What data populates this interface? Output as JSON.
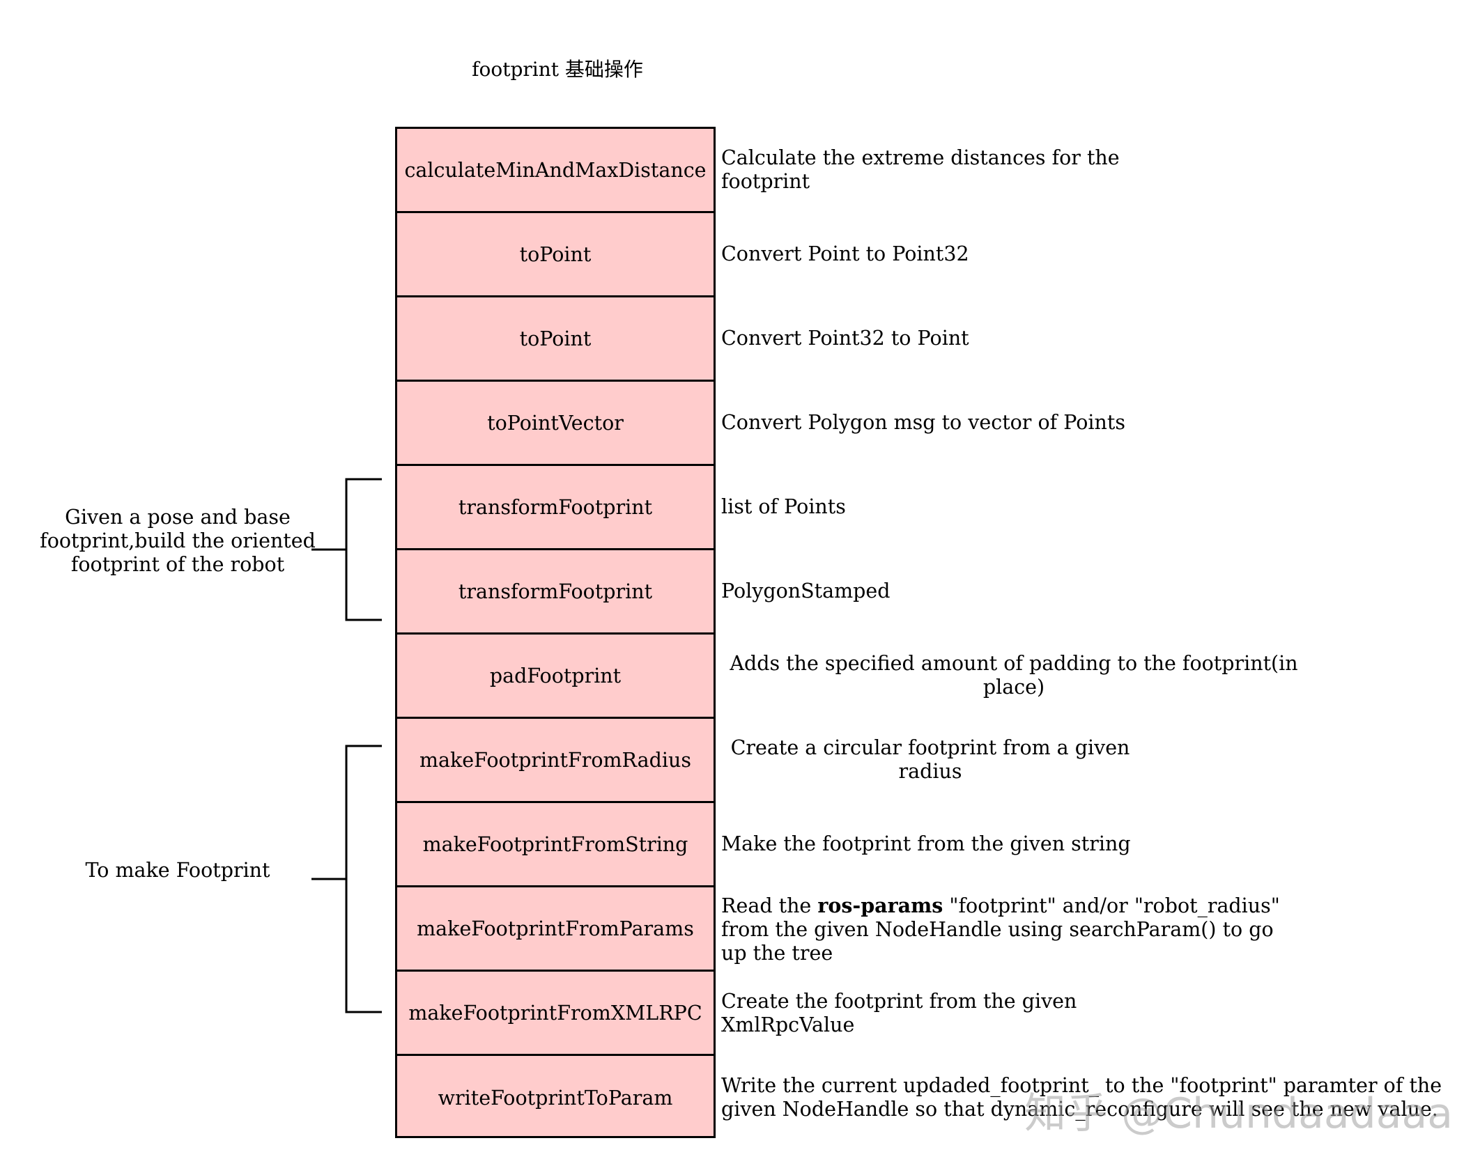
{
  "title": "footprint 基础操作",
  "functions": [
    {
      "name": "calculateMinAndMaxDistance",
      "desc": "Calculate the extreme distances for the\nfootprint"
    },
    {
      "name": "toPoint",
      "desc": "Convert Point to Point32"
    },
    {
      "name": "toPoint",
      "desc": "Convert Point32 to Point"
    },
    {
      "name": "toPointVector",
      "desc": "Convert Polygon msg to vector of Points"
    },
    {
      "name": "transformFootprint",
      "desc": "list of Points"
    },
    {
      "name": "transformFootprint",
      "desc": "PolygonStamped"
    },
    {
      "name": "padFootprint",
      "desc": "Adds the specified amount of padding to the footprint(in\nplace)"
    },
    {
      "name": "makeFootprintFromRadius",
      "desc": "Create a circular footprint from a given\nradius"
    },
    {
      "name": "makeFootprintFromString",
      "desc": "Make the footprint from the given string"
    },
    {
      "name": "makeFootprintFromParams",
      "desc_pre": "Read the ",
      "desc_bold": "ros-params",
      "desc_post": " \"footprint\" and/or \"robot_radius\"\nfrom the given NodeHandle using searchParam() to go\nup the tree"
    },
    {
      "name": "makeFootprintFromXMLRPC",
      "desc": "Create the footprint from the given\nXmlRpcValue"
    },
    {
      "name": "writeFootprintToParam",
      "desc": "Write the current updaded_footprint_ to the \"footprint\" paramter of the\ngiven NodeHandle so that dynamic_reconfigure will see the new value."
    }
  ],
  "groups": [
    {
      "label": "Given a pose and base\nfootprint,build the oriented\nfootprint of the robot"
    },
    {
      "label": "To make Footprint"
    }
  ],
  "watermark": "知乎 @Chundaadaaa"
}
